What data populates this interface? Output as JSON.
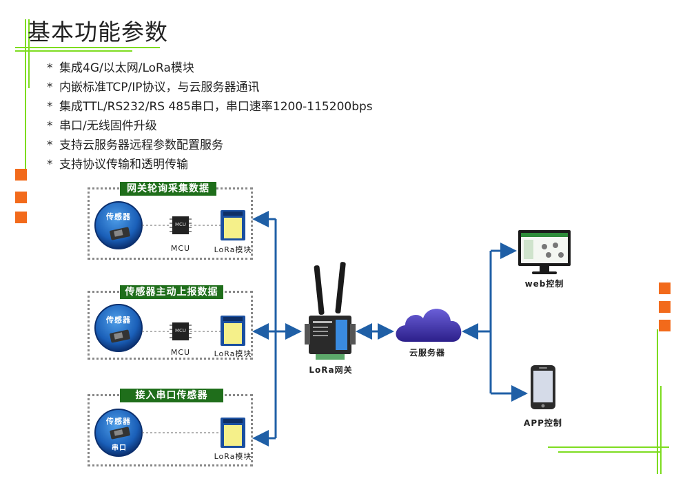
{
  "title": "基本功能参数",
  "features": [
    "集成4G/以太网/LoRa模块",
    "内嵌标准TCP/IP协议，与云服务器通讯",
    "集成TTL/RS232/RS 485串口，串口速率1200-115200bps",
    "串口/无线固件升级",
    "支持云服务器远程参数配置服务",
    "支持协议传输和透明传输"
  ],
  "bullet": "*",
  "groups": [
    {
      "header": "网关轮询采集数据",
      "sensor": "传感器",
      "mcu": "MCU",
      "mcu_label": "MCU",
      "lora_label": "LoRa模块"
    },
    {
      "header": "传感器主动上报数据",
      "sensor": "传感器",
      "mcu": "MCU",
      "mcu_label": "MCU",
      "lora_label": "LoRa模块"
    },
    {
      "header": "接入串口传感器",
      "sensor": "传感器",
      "sensor_sub": "串口",
      "lora_label": "LoRa模块"
    }
  ],
  "gateway_label": "LoRa网关",
  "cloud_label": "云服务器",
  "web_label": "web控制",
  "app_label": "APP控制",
  "colors": {
    "accent_green": "#7ddc1f",
    "header_green": "#1f6e1b",
    "orange": "#f26a1b",
    "arrow_blue": "#1f5fa6",
    "cloud_purple": "#4b3ab0"
  }
}
